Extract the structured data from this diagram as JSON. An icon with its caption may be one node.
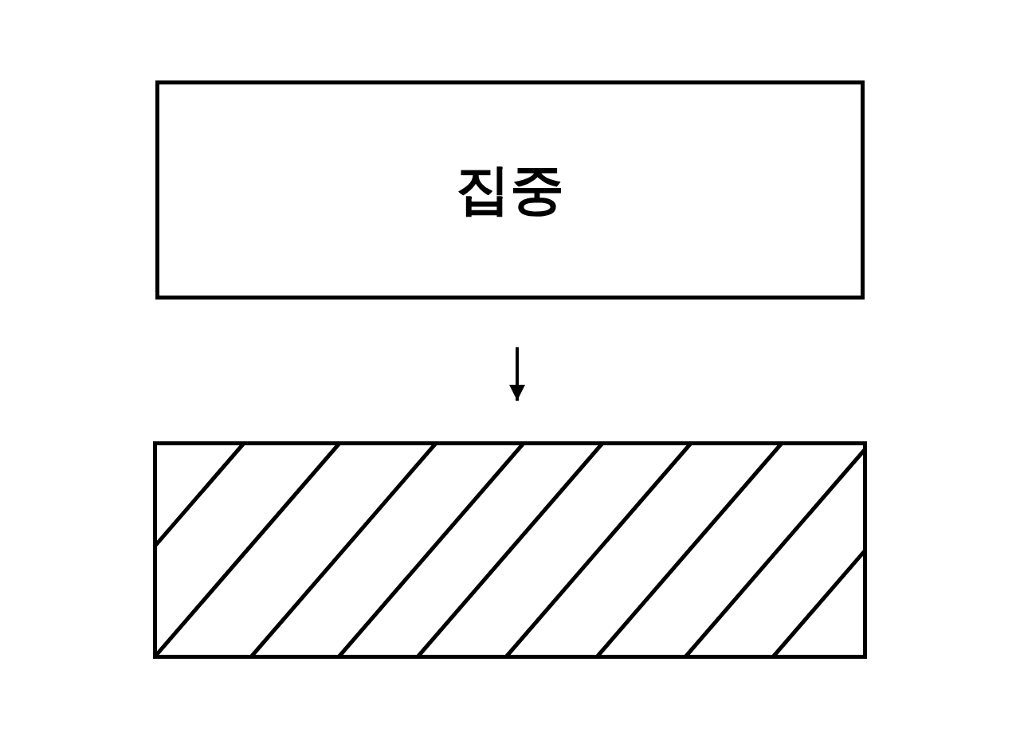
{
  "diagram": {
    "nodes": [
      {
        "text": [
          "집중"
        ]
      },
      {
        "text": [],
        "shape": "box"
      }
    ],
    "edges": [
      {
        "from": 0,
        "to": 1,
        "arrow": "to"
      }
    ]
  }
}
